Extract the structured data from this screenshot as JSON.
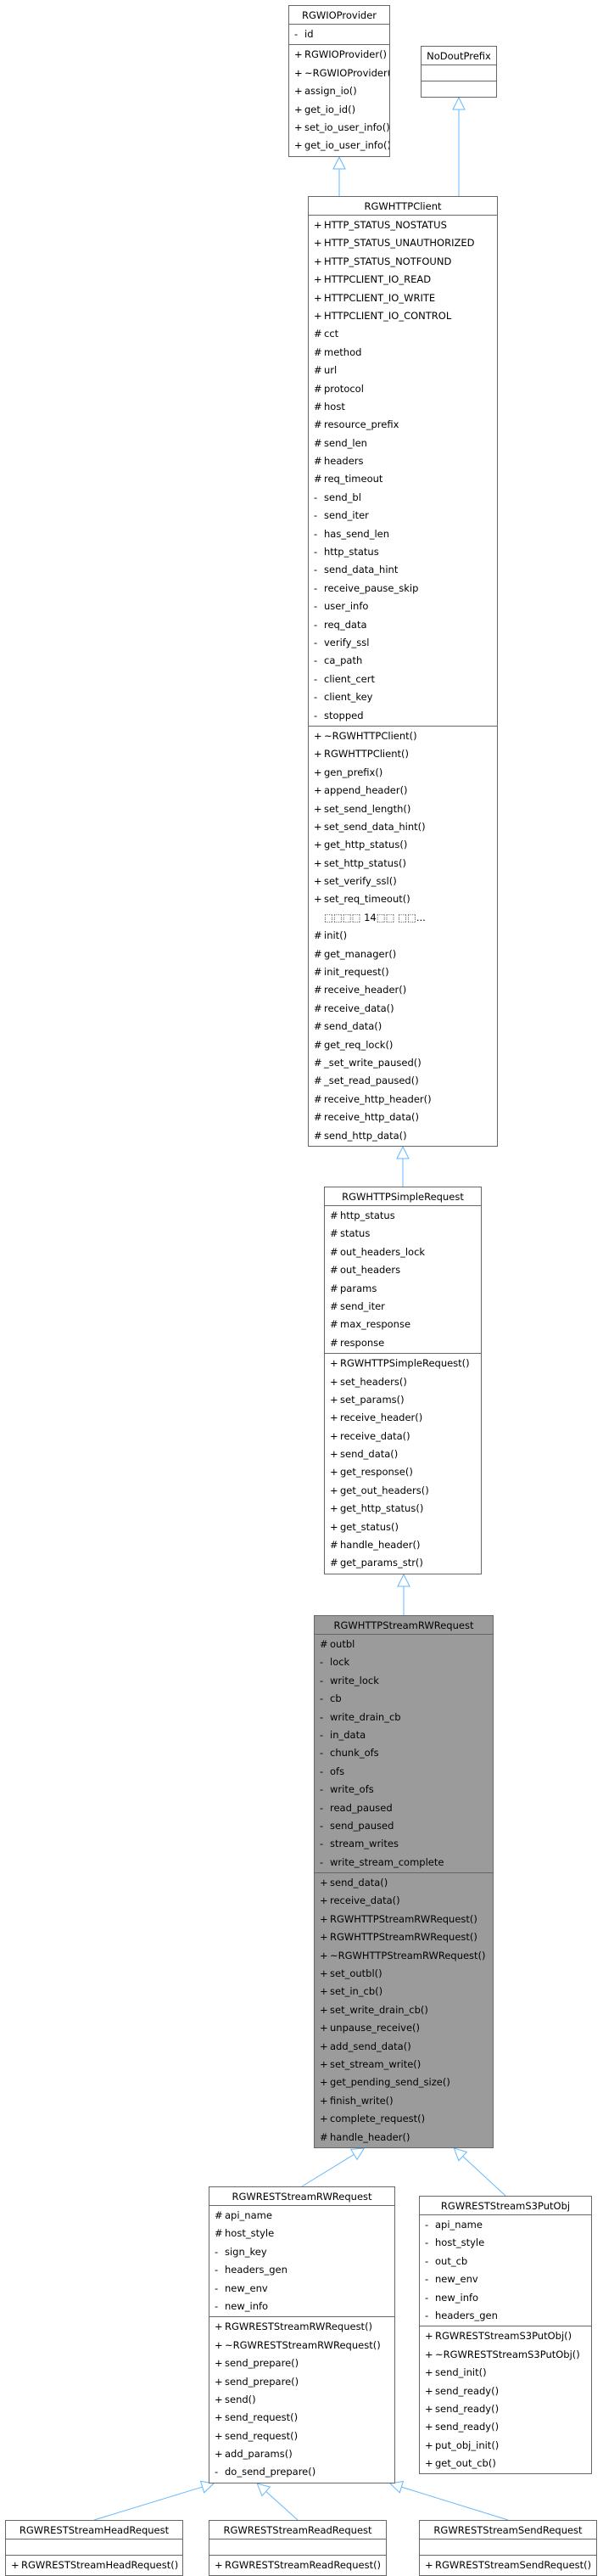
{
  "classes": [
    {
      "id": "RGWIOProvider",
      "name": "RGWIOProvider",
      "attributes": [
        {
          "vis": "-",
          "name": "id"
        }
      ],
      "methods": [
        {
          "vis": "+",
          "name": "RGWIOProvider()"
        },
        {
          "vis": "+",
          "name": "~RGWIOProvider()"
        },
        {
          "vis": "+",
          "name": "assign_io()"
        },
        {
          "vis": "+",
          "name": "get_io_id()"
        },
        {
          "vis": "+",
          "name": "set_io_user_info()"
        },
        {
          "vis": "+",
          "name": "get_io_user_info()"
        }
      ]
    },
    {
      "id": "NoDoutPrefix",
      "name": "NoDoutPrefix",
      "attributes": [],
      "methods": []
    },
    {
      "id": "RGWHTTPClient",
      "name": "RGWHTTPClient",
      "attributes": [
        {
          "vis": "+",
          "name": "HTTP_STATUS_NOSTATUS"
        },
        {
          "vis": "+",
          "name": "HTTP_STATUS_UNAUTHORIZED"
        },
        {
          "vis": "+",
          "name": "HTTP_STATUS_NOTFOUND"
        },
        {
          "vis": "+",
          "name": "HTTPCLIENT_IO_READ"
        },
        {
          "vis": "+",
          "name": "HTTPCLIENT_IO_WRITE"
        },
        {
          "vis": "+",
          "name": "HTTPCLIENT_IO_CONTROL"
        },
        {
          "vis": "#",
          "name": "cct"
        },
        {
          "vis": "#",
          "name": "method"
        },
        {
          "vis": "#",
          "name": "url"
        },
        {
          "vis": "#",
          "name": "protocol"
        },
        {
          "vis": "#",
          "name": "host"
        },
        {
          "vis": "#",
          "name": "resource_prefix"
        },
        {
          "vis": "#",
          "name": "send_len"
        },
        {
          "vis": "#",
          "name": "headers"
        },
        {
          "vis": "#",
          "name": "req_timeout"
        },
        {
          "vis": "-",
          "name": "send_bl"
        },
        {
          "vis": "-",
          "name": "send_iter"
        },
        {
          "vis": "-",
          "name": "has_send_len"
        },
        {
          "vis": "-",
          "name": "http_status"
        },
        {
          "vis": "-",
          "name": "send_data_hint"
        },
        {
          "vis": "-",
          "name": "receive_pause_skip"
        },
        {
          "vis": "-",
          "name": "user_info"
        },
        {
          "vis": "-",
          "name": "req_data"
        },
        {
          "vis": "-",
          "name": "verify_ssl"
        },
        {
          "vis": "-",
          "name": "ca_path"
        },
        {
          "vis": "-",
          "name": "client_cert"
        },
        {
          "vis": "-",
          "name": "client_key"
        },
        {
          "vis": "-",
          "name": "stopped"
        }
      ],
      "methods": [
        {
          "vis": "+",
          "name": "~RGWHTTPClient()"
        },
        {
          "vis": "+",
          "name": "RGWHTTPClient()"
        },
        {
          "vis": "+",
          "name": "gen_prefix()"
        },
        {
          "vis": "+",
          "name": "append_header()"
        },
        {
          "vis": "+",
          "name": "set_send_length()"
        },
        {
          "vis": "+",
          "name": "set_send_data_hint()"
        },
        {
          "vis": "+",
          "name": "get_http_status()"
        },
        {
          "vis": "+",
          "name": "set_http_status()"
        },
        {
          "vis": "+",
          "name": "set_verify_ssl()"
        },
        {
          "vis": "+",
          "name": "set_req_timeout()"
        },
        {
          "vis": "",
          "name": "⬚⬚⬚⬚ 14⬚⬚ ⬚⬚..."
        },
        {
          "vis": "#",
          "name": "init()"
        },
        {
          "vis": "#",
          "name": "get_manager()"
        },
        {
          "vis": "#",
          "name": "init_request()"
        },
        {
          "vis": "#",
          "name": "receive_header()"
        },
        {
          "vis": "#",
          "name": "receive_data()"
        },
        {
          "vis": "#",
          "name": "send_data()"
        },
        {
          "vis": "#",
          "name": "get_req_lock()"
        },
        {
          "vis": "#",
          "name": "_set_write_paused()"
        },
        {
          "vis": "#",
          "name": "_set_read_paused()"
        },
        {
          "vis": "#",
          "name": "receive_http_header()"
        },
        {
          "vis": "#",
          "name": "receive_http_data()"
        },
        {
          "vis": "#",
          "name": "send_http_data()"
        }
      ]
    },
    {
      "id": "RGWHTTPSimpleRequest",
      "name": "RGWHTTPSimpleRequest",
      "attributes": [
        {
          "vis": "#",
          "name": "http_status"
        },
        {
          "vis": "#",
          "name": "status"
        },
        {
          "vis": "#",
          "name": "out_headers_lock"
        },
        {
          "vis": "#",
          "name": "out_headers"
        },
        {
          "vis": "#",
          "name": "params"
        },
        {
          "vis": "#",
          "name": "send_iter"
        },
        {
          "vis": "#",
          "name": "max_response"
        },
        {
          "vis": "#",
          "name": "response"
        }
      ],
      "methods": [
        {
          "vis": "+",
          "name": "RGWHTTPSimpleRequest()"
        },
        {
          "vis": "+",
          "name": "set_headers()"
        },
        {
          "vis": "+",
          "name": "set_params()"
        },
        {
          "vis": "+",
          "name": "receive_header()"
        },
        {
          "vis": "+",
          "name": "receive_data()"
        },
        {
          "vis": "+",
          "name": "send_data()"
        },
        {
          "vis": "+",
          "name": "get_response()"
        },
        {
          "vis": "+",
          "name": "get_out_headers()"
        },
        {
          "vis": "+",
          "name": "get_http_status()"
        },
        {
          "vis": "+",
          "name": "get_status()"
        },
        {
          "vis": "#",
          "name": "handle_header()"
        },
        {
          "vis": "#",
          "name": "get_params_str()"
        }
      ]
    },
    {
      "id": "RGWHTTPStreamRWRequest",
      "name": "RGWHTTPStreamRWRequest",
      "attributes": [
        {
          "vis": "#",
          "name": "outbl"
        },
        {
          "vis": "-",
          "name": "lock"
        },
        {
          "vis": "-",
          "name": "write_lock"
        },
        {
          "vis": "-",
          "name": "cb"
        },
        {
          "vis": "-",
          "name": "write_drain_cb"
        },
        {
          "vis": "-",
          "name": "in_data"
        },
        {
          "vis": "-",
          "name": "chunk_ofs"
        },
        {
          "vis": "-",
          "name": "ofs"
        },
        {
          "vis": "-",
          "name": "write_ofs"
        },
        {
          "vis": "-",
          "name": "read_paused"
        },
        {
          "vis": "-",
          "name": "send_paused"
        },
        {
          "vis": "-",
          "name": "stream_writes"
        },
        {
          "vis": "-",
          "name": "write_stream_complete"
        }
      ],
      "methods": [
        {
          "vis": "+",
          "name": "send_data()"
        },
        {
          "vis": "+",
          "name": "receive_data()"
        },
        {
          "vis": "+",
          "name": "RGWHTTPStreamRWRequest()"
        },
        {
          "vis": "+",
          "name": "RGWHTTPStreamRWRequest()"
        },
        {
          "vis": "+",
          "name": "~RGWHTTPStreamRWRequest()"
        },
        {
          "vis": "+",
          "name": "set_outbl()"
        },
        {
          "vis": "+",
          "name": "set_in_cb()"
        },
        {
          "vis": "+",
          "name": "set_write_drain_cb()"
        },
        {
          "vis": "+",
          "name": "unpause_receive()"
        },
        {
          "vis": "+",
          "name": "add_send_data()"
        },
        {
          "vis": "+",
          "name": "set_stream_write()"
        },
        {
          "vis": "+",
          "name": "get_pending_send_size()"
        },
        {
          "vis": "+",
          "name": "finish_write()"
        },
        {
          "vis": "+",
          "name": "complete_request()"
        },
        {
          "vis": "#",
          "name": "handle_header()"
        }
      ]
    },
    {
      "id": "RGWRESTStreamRWRequest",
      "name": "RGWRESTStreamRWRequest",
      "attributes": [
        {
          "vis": "#",
          "name": "api_name"
        },
        {
          "vis": "#",
          "name": "host_style"
        },
        {
          "vis": "-",
          "name": "sign_key"
        },
        {
          "vis": "-",
          "name": "headers_gen"
        },
        {
          "vis": "-",
          "name": "new_env"
        },
        {
          "vis": "-",
          "name": "new_info"
        }
      ],
      "methods": [
        {
          "vis": "+",
          "name": "RGWRESTStreamRWRequest()"
        },
        {
          "vis": "+",
          "name": "~RGWRESTStreamRWRequest()"
        },
        {
          "vis": "+",
          "name": "send_prepare()"
        },
        {
          "vis": "+",
          "name": "send_prepare()"
        },
        {
          "vis": "+",
          "name": "send()"
        },
        {
          "vis": "+",
          "name": "send_request()"
        },
        {
          "vis": "+",
          "name": "send_request()"
        },
        {
          "vis": "+",
          "name": "add_params()"
        },
        {
          "vis": "-",
          "name": "do_send_prepare()"
        }
      ]
    },
    {
      "id": "RGWRESTStreamS3PutObj",
      "name": "RGWRESTStreamS3PutObj",
      "attributes": [
        {
          "vis": "-",
          "name": "api_name"
        },
        {
          "vis": "-",
          "name": "host_style"
        },
        {
          "vis": "-",
          "name": "out_cb"
        },
        {
          "vis": "-",
          "name": "new_env"
        },
        {
          "vis": "-",
          "name": "new_info"
        },
        {
          "vis": "-",
          "name": "headers_gen"
        }
      ],
      "methods": [
        {
          "vis": "+",
          "name": "RGWRESTStreamS3PutObj()"
        },
        {
          "vis": "+",
          "name": "~RGWRESTStreamS3PutObj()"
        },
        {
          "vis": "+",
          "name": "send_init()"
        },
        {
          "vis": "+",
          "name": "send_ready()"
        },
        {
          "vis": "+",
          "name": "send_ready()"
        },
        {
          "vis": "+",
          "name": "send_ready()"
        },
        {
          "vis": "+",
          "name": "put_obj_init()"
        },
        {
          "vis": "+",
          "name": "get_out_cb()"
        }
      ]
    },
    {
      "id": "RGWRESTStreamHeadRequest",
      "name": "RGWRESTStreamHeadRequest",
      "attributes": [],
      "methods": [
        {
          "vis": "+",
          "name": "RGWRESTStreamHeadRequest()"
        }
      ]
    },
    {
      "id": "RGWRESTStreamReadRequest",
      "name": "RGWRESTStreamReadRequest",
      "attributes": [],
      "methods": [
        {
          "vis": "+",
          "name": "RGWRESTStreamReadRequest()"
        }
      ]
    },
    {
      "id": "RGWRESTStreamSendRequest",
      "name": "RGWRESTStreamSendRequest",
      "attributes": [],
      "methods": [
        {
          "vis": "+",
          "name": "RGWRESTStreamSendRequest()"
        }
      ]
    }
  ],
  "inheritance": [
    {
      "child": "RGWHTTPClient",
      "parent": "RGWIOProvider"
    },
    {
      "child": "RGWHTTPClient",
      "parent": "NoDoutPrefix"
    },
    {
      "child": "RGWHTTPSimpleRequest",
      "parent": "RGWHTTPClient"
    },
    {
      "child": "RGWHTTPStreamRWRequest",
      "parent": "RGWHTTPSimpleRequest"
    },
    {
      "child": "RGWRESTStreamRWRequest",
      "parent": "RGWHTTPStreamRWRequest"
    },
    {
      "child": "RGWRESTStreamS3PutObj",
      "parent": "RGWHTTPStreamRWRequest"
    },
    {
      "child": "RGWRESTStreamHeadRequest",
      "parent": "RGWRESTStreamRWRequest"
    },
    {
      "child": "RGWRESTStreamReadRequest",
      "parent": "RGWRESTStreamRWRequest"
    },
    {
      "child": "RGWRESTStreamSendRequest",
      "parent": "RGWRESTStreamRWRequest"
    }
  ],
  "colors": {
    "edge": "#63b8ff",
    "border": "#666666",
    "highlight_fill": "#9b9b9b"
  }
}
